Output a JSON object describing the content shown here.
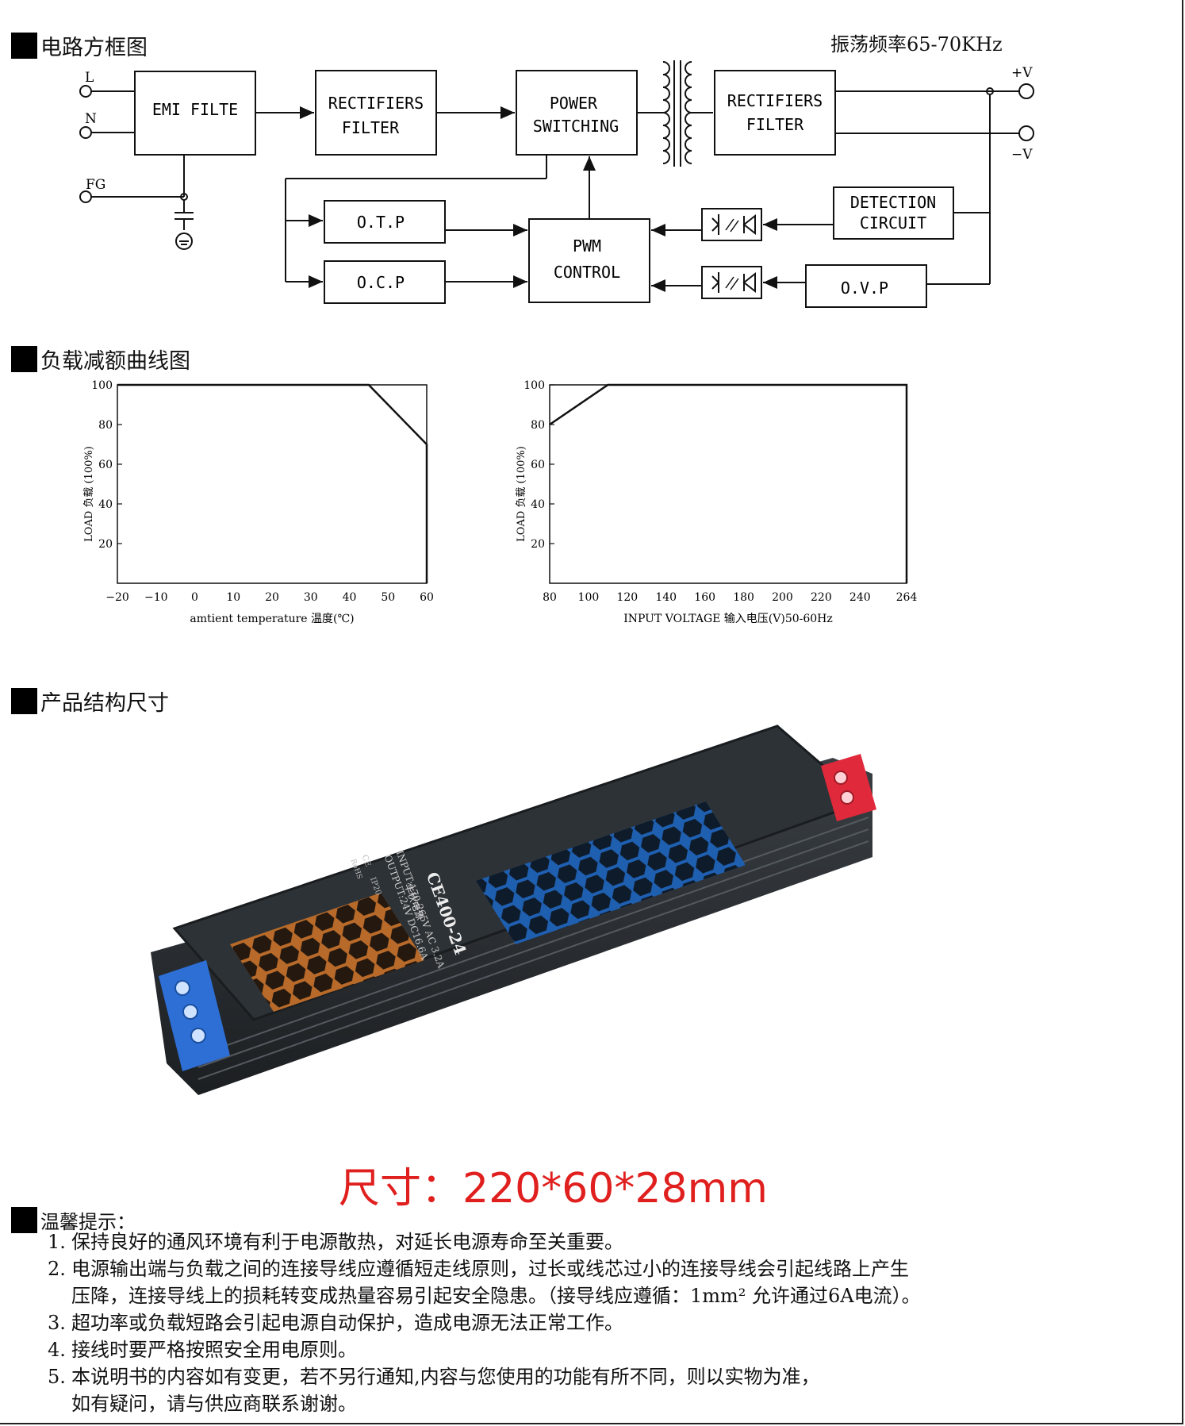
{
  "sections": {
    "circuit": "电路方框图",
    "derating": "负载减额曲线图",
    "structure": "产品结构尺寸",
    "tips": "温馨提示："
  },
  "block_diagram": {
    "freq_label": "振荡频率65-70KHz",
    "terminals": {
      "L": "L",
      "N": "N",
      "FG": "FG",
      "pos": "+V",
      "neg": "−V"
    },
    "blocks": {
      "emi": [
        "EMI FILTE"
      ],
      "rect1": [
        "RECTIFIERS",
        "FILTER"
      ],
      "power": [
        "POWER",
        "SWITCHING"
      ],
      "rect2": [
        "RECTIFIERS",
        "FILTER"
      ],
      "otp": [
        "O.T.P"
      ],
      "ocp": [
        "O.C.P"
      ],
      "pwm": [
        "PWM",
        "CONTROL"
      ],
      "detect": [
        "DETECTION",
        "CIRCUIT"
      ],
      "ovp": [
        "O.V.P"
      ]
    }
  },
  "chart_data": [
    {
      "type": "line",
      "title": "",
      "xlabel": "amtient temperature 温度(℃)",
      "ylabel": "LOAD 负载 (100%)",
      "x_ticks": [
        -20,
        -10,
        0,
        10,
        20,
        30,
        40,
        50,
        60
      ],
      "y_ticks": [
        20,
        40,
        60,
        80,
        100
      ],
      "xlim": [
        -20,
        60
      ],
      "ylim": [
        0,
        100
      ],
      "series": [
        {
          "x": [
            -20,
            45,
            60,
            60
          ],
          "y": [
            100,
            100,
            70,
            0
          ]
        }
      ]
    },
    {
      "type": "line",
      "title": "",
      "xlabel": "INPUT VOLTAGE 输入电压(V)50-60Hz",
      "ylabel": "LOAD 负载 (100%)",
      "x_ticks": [
        80,
        100,
        120,
        140,
        160,
        180,
        200,
        220,
        240,
        264
      ],
      "y_ticks": [
        20,
        40,
        60,
        80,
        100
      ],
      "xlim": [
        80,
        264
      ],
      "ylim": [
        0,
        100
      ],
      "series": [
        {
          "x": [
            80,
            110,
            264,
            264
          ],
          "y": [
            80,
            100,
            100,
            0
          ]
        }
      ]
    }
  ],
  "product": {
    "model": "CE400-24",
    "brand": "华秋电源",
    "input": "INPUT:170-265V AC 3.2A",
    "output": "OUTPUT:24V DC16.6A",
    "cert1": "CE",
    "cert2": "RoHS",
    "ip": "IP20",
    "size_label": "尺寸：220*60*28mm"
  },
  "tips": [
    {
      "num": "1.",
      "lines": [
        "保持良好的通风环境有利于电源散热，对延长电源寿命至关重要。"
      ]
    },
    {
      "num": "2.",
      "lines": [
        "电源输出端与负载之间的连接导线应遵循短走线原则，过长或线芯过小的连接导线会引起线路上产生",
        "压降，连接导线上的损耗转变成热量容易引起安全隐患。（接导线应遵循：1mm² 允许通过6A电流）。"
      ]
    },
    {
      "num": "3.",
      "lines": [
        "超功率或负载短路会引起电源自动保护，造成电源无法正常工作。"
      ]
    },
    {
      "num": "4.",
      "lines": [
        "接线时要严格按照安全用电原则。"
      ]
    },
    {
      "num": "5.",
      "lines": [
        "本说明书的内容如有变更，若不另行通知,内容与您使用的功能有所不同，则以实物为准，",
        "如有疑问，请与供应商联系谢谢。"
      ]
    }
  ]
}
